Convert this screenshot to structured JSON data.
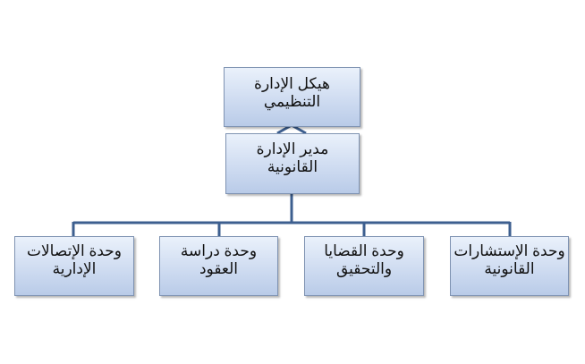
{
  "diagram": {
    "title_box": {
      "line1": "هيكل الإدارة",
      "line2": "التنظيمي"
    },
    "manager_box": {
      "line1": "مدير الإدارة",
      "line2": "القانونية"
    },
    "units": [
      {
        "line1": "وحدة الإستشارات",
        "line2": "القانونية"
      },
      {
        "line1": "وحدة القضايا",
        "line2": "والتحقيق"
      },
      {
        "line1": "وحدة دراسة",
        "line2": "العقود"
      },
      {
        "line1": "وحدة الإتصالات",
        "line2": "الإدارية"
      }
    ],
    "colors": {
      "box_top": "#eaf1fb",
      "box_bottom": "#b9cbe8",
      "box_border": "#7f93b2",
      "connector": "#3d5f8f"
    }
  }
}
